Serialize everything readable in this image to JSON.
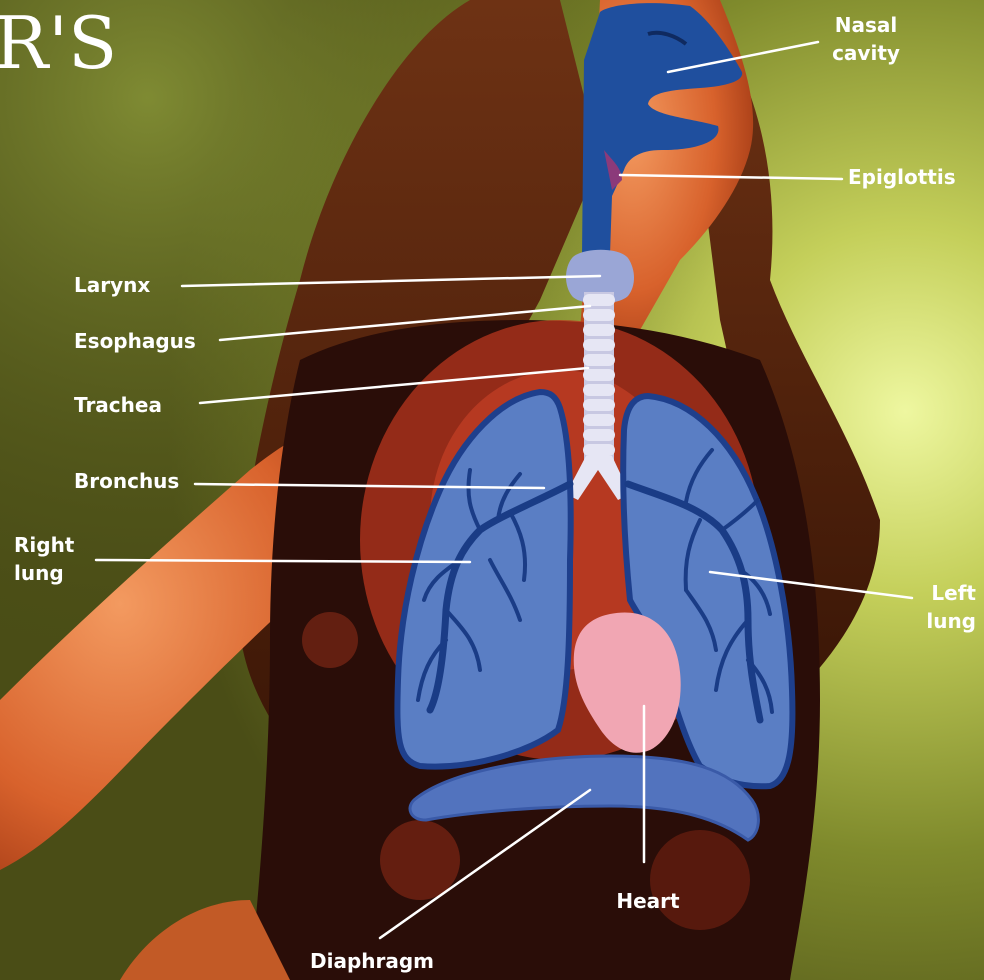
{
  "brand_fragment": "R'S",
  "labels": {
    "nasal_cavity": [
      "Nasal",
      "cavity"
    ],
    "epiglottis": "Epiglottis",
    "larynx": "Larynx",
    "esophagus": "Esophagus",
    "trachea": "Trachea",
    "bronchus": "Bronchus",
    "right_lung": [
      "Right",
      "lung"
    ],
    "left_lung": [
      "Left",
      "lung"
    ],
    "heart": "Heart",
    "diaphragm": "Diaphragm"
  },
  "colors": {
    "airway": "#1f4f9e",
    "lung_fill": "#5a7ec4",
    "lung_stroke": "#1e3f8c",
    "bronchi": "#1a3c86",
    "larynx": "#9aa6d6",
    "trachea_ring": "#e6e6f4",
    "heart": "#f1a6b3",
    "diaphragm": "#5273be",
    "label_text": "#ffffff"
  }
}
